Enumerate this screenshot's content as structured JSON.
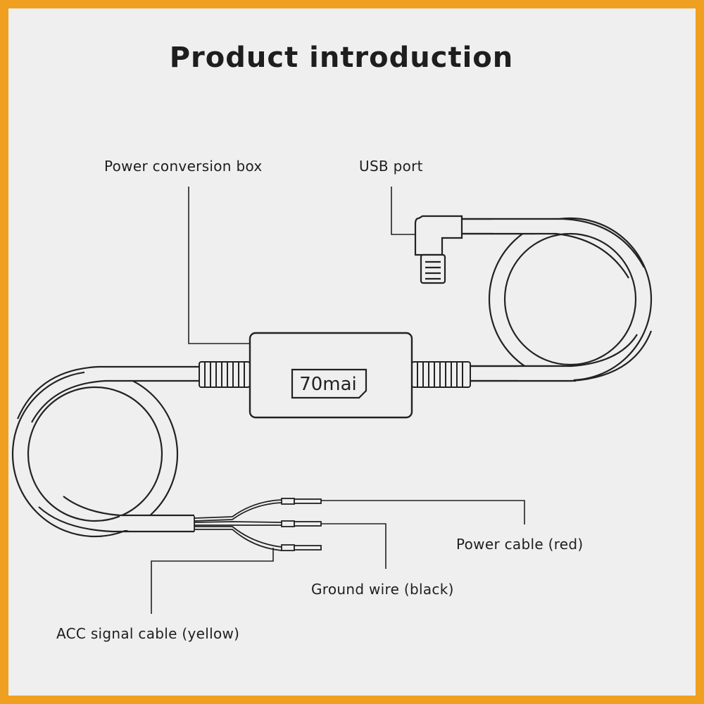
{
  "title": "Product introduction",
  "labels": {
    "power_box": "Power conversion box",
    "usb_port": "USB port",
    "power_cable": "Power cable (red)",
    "ground_wire": "Ground wire (black)",
    "acc_cable": "ACC signal cable (yellow)"
  },
  "brand": "70mai",
  "colors": {
    "frame": "#f0a020",
    "background": "#efefef",
    "line": "#222222"
  }
}
